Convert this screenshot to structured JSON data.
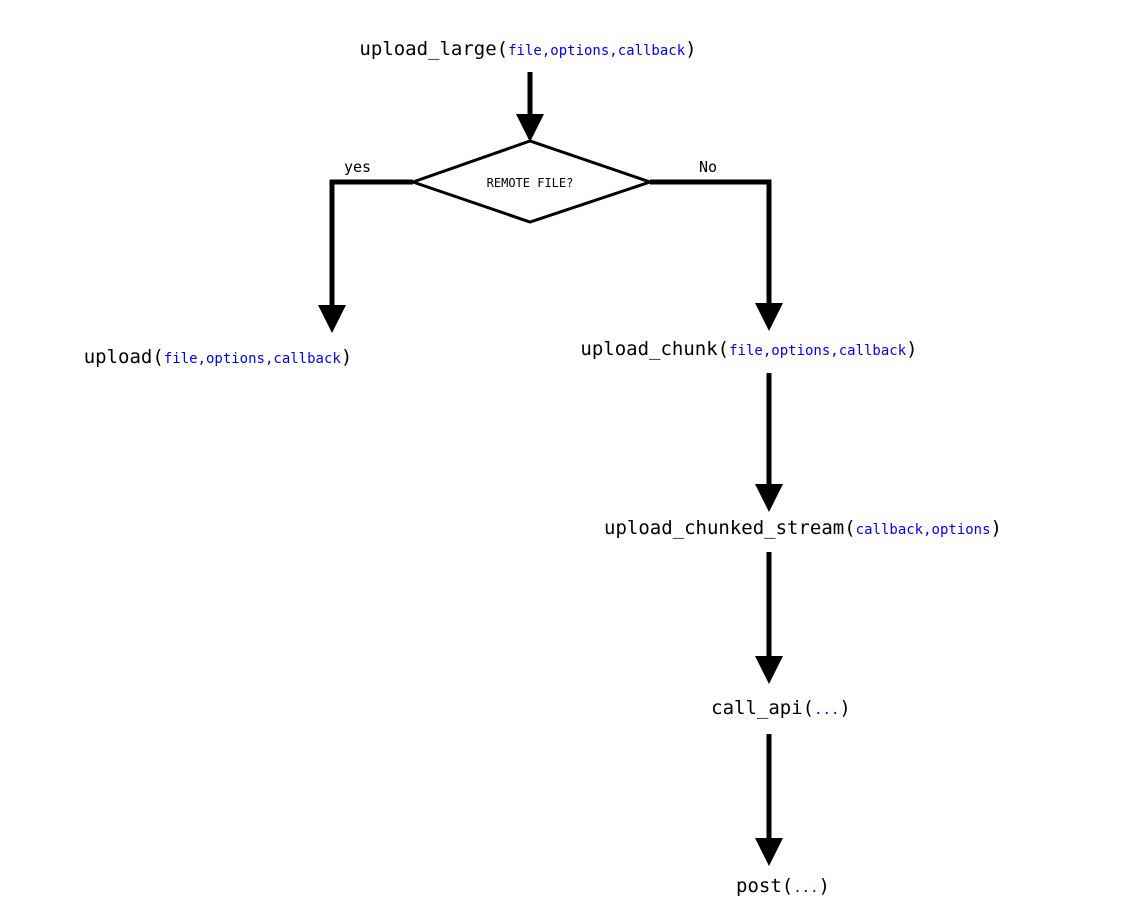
{
  "colors": {
    "line": "#000000",
    "arg": "#0000ff",
    "background": "#ffffff"
  },
  "decision": {
    "label": "REMOTE FILE?"
  },
  "branches": {
    "yes": "yes",
    "no": "No"
  },
  "nodes": {
    "upload_large": {
      "name": "upload_large",
      "open": "(",
      "args": "file,options,callback",
      "close": ")"
    },
    "upload": {
      "name": "upload",
      "open": "(",
      "args": "file,options,callback",
      "close": ")"
    },
    "upload_chunk": {
      "name": "upload_chunk",
      "open": "(",
      "args": "file,options,callback",
      "close": ")"
    },
    "upload_chunked_stream": {
      "name": "upload_chunked_stream",
      "open": "(",
      "args": "callback,options",
      "close": ")"
    },
    "call_api": {
      "name": "call_api",
      "open": "(",
      "args": "...",
      "close": ")"
    },
    "post": {
      "name": "post",
      "open": "(",
      "args": "...",
      "close": ")"
    }
  }
}
